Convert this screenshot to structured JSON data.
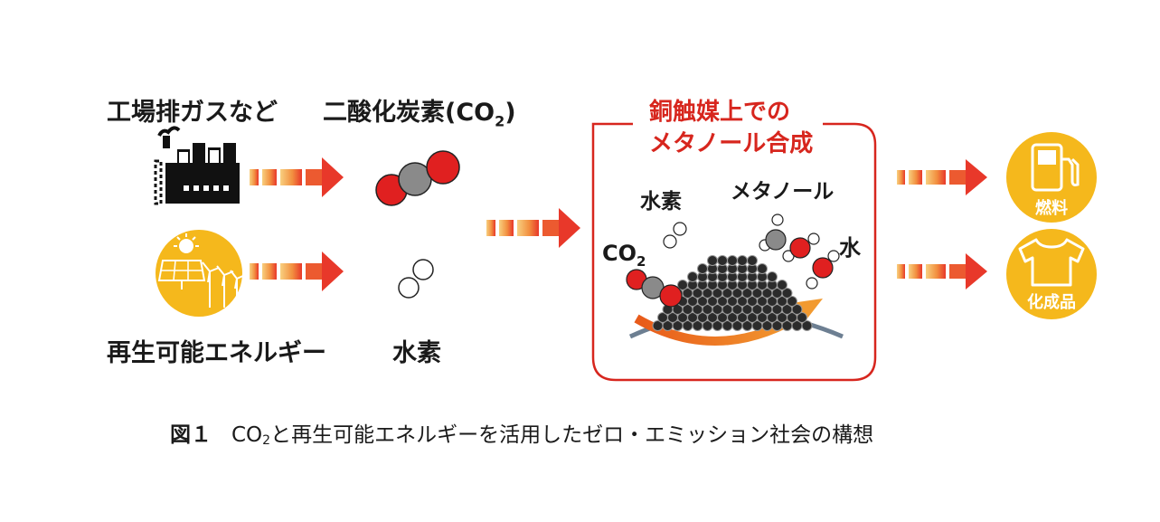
{
  "left": {
    "factory_label": "工場排ガスなど",
    "co2_label_main": "二酸化炭素(CO",
    "co2_label_sub": "2",
    "co2_label_end": ")",
    "renewable_label": "再生可能エネルギー",
    "hydrogen_label": "水素"
  },
  "center": {
    "title_line1": "銅触媒上での",
    "title_line2": "メタノール合成",
    "hydrogen_label": "水素",
    "methanol_label": "メタノール",
    "co2_main": "CO",
    "co2_sub": "2",
    "water_label": "水"
  },
  "right": {
    "fuel_label": "燃料",
    "product_label": "化成品"
  },
  "caption": {
    "figure": "図１",
    "text_pre": "CO",
    "text_sub": "2",
    "text_post": "と再生可能エネルギーを活用したゼロ・エミッション社会の構想"
  },
  "colors": {
    "arrow_start": "#f6c36a",
    "arrow_end": "#e8382a",
    "circle_yellow": "#f5b81c",
    "box_border": "#d7261e",
    "oxygen": "#e02020",
    "carbon": "#8a8a8a"
  }
}
